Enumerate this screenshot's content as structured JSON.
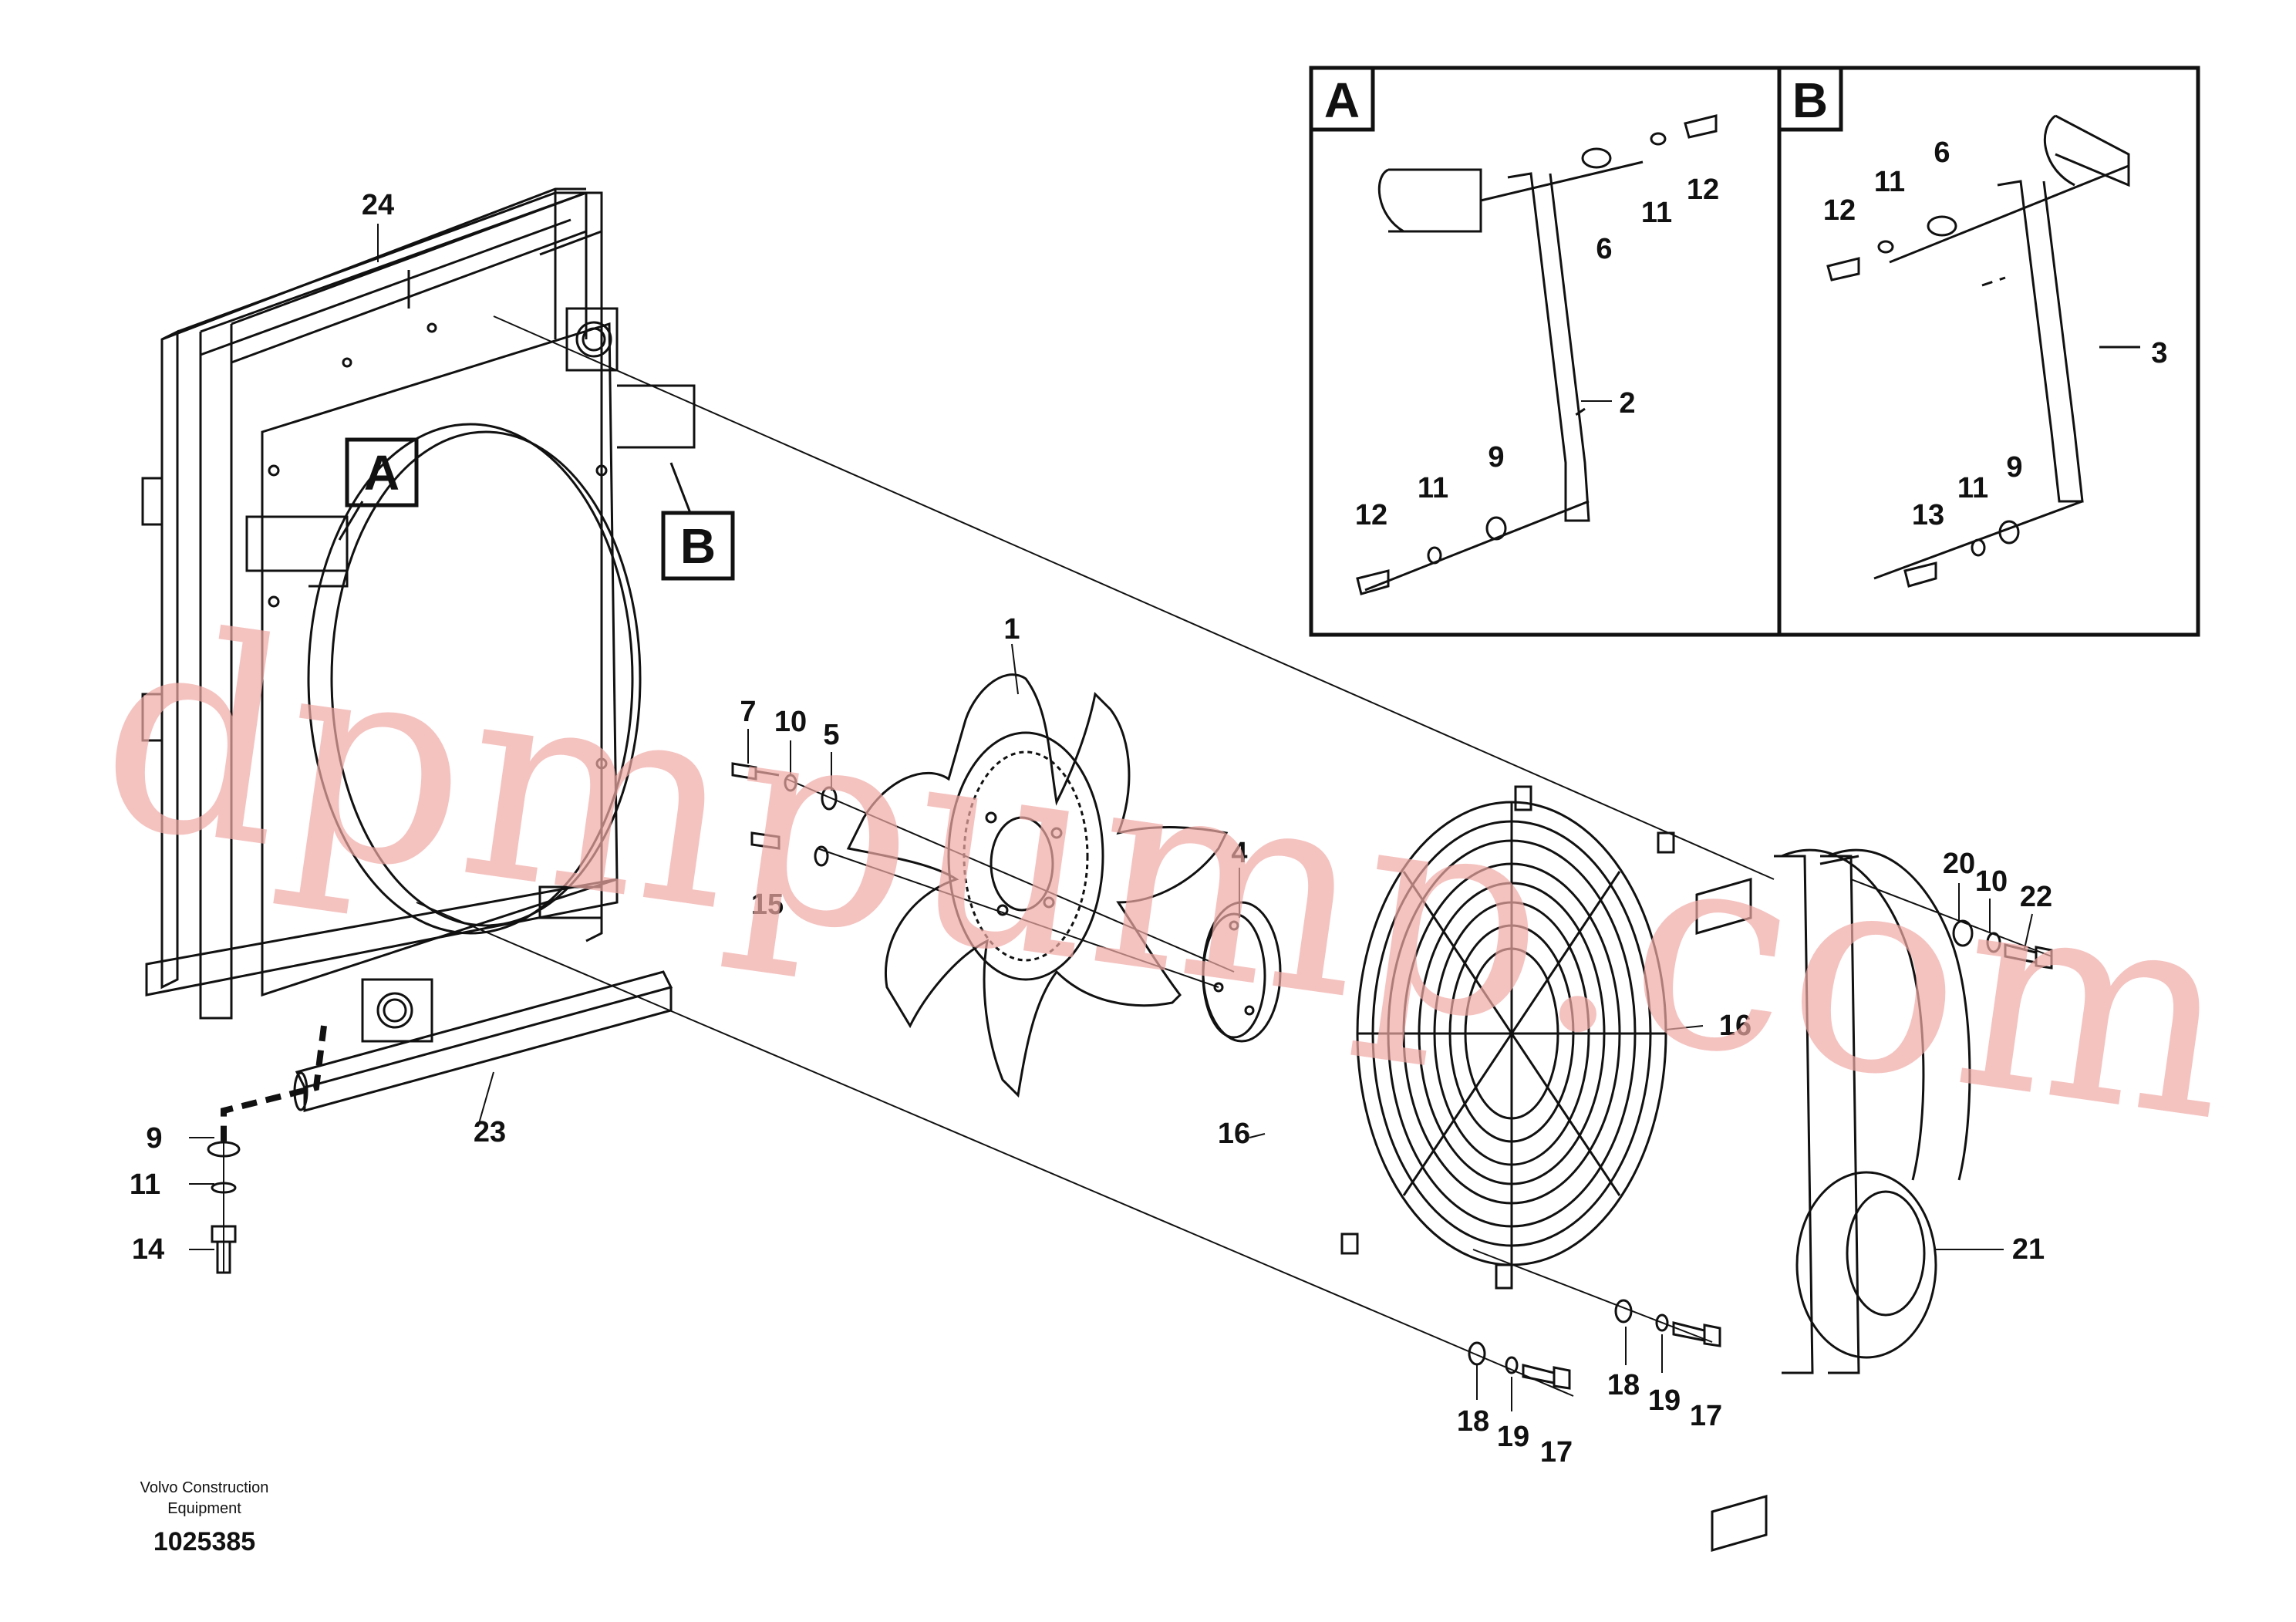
{
  "inset_labels": {
    "a": "A",
    "b": "B"
  },
  "part_numbers": {
    "p1": "1",
    "p2": "2",
    "p3": "3",
    "p4": "4",
    "p5": "5",
    "p6": "6",
    "p7": "7",
    "p9": "9",
    "p10": "10",
    "p11": "11",
    "p12": "12",
    "p13": "13",
    "p14": "14",
    "p15": "15",
    "p16": "16",
    "p17": "17",
    "p18": "18",
    "p19": "19",
    "p20": "20",
    "p21": "21",
    "p22": "22",
    "p23": "23",
    "p24": "24"
  },
  "watermark": "dpmpump.com",
  "credit": {
    "line1": "Volvo Construction",
    "line2": "Equipment"
  },
  "document_number": "1025385",
  "colors": {
    "line": "#111111",
    "watermark": "#f0aaa6",
    "background": "#ffffff"
  }
}
